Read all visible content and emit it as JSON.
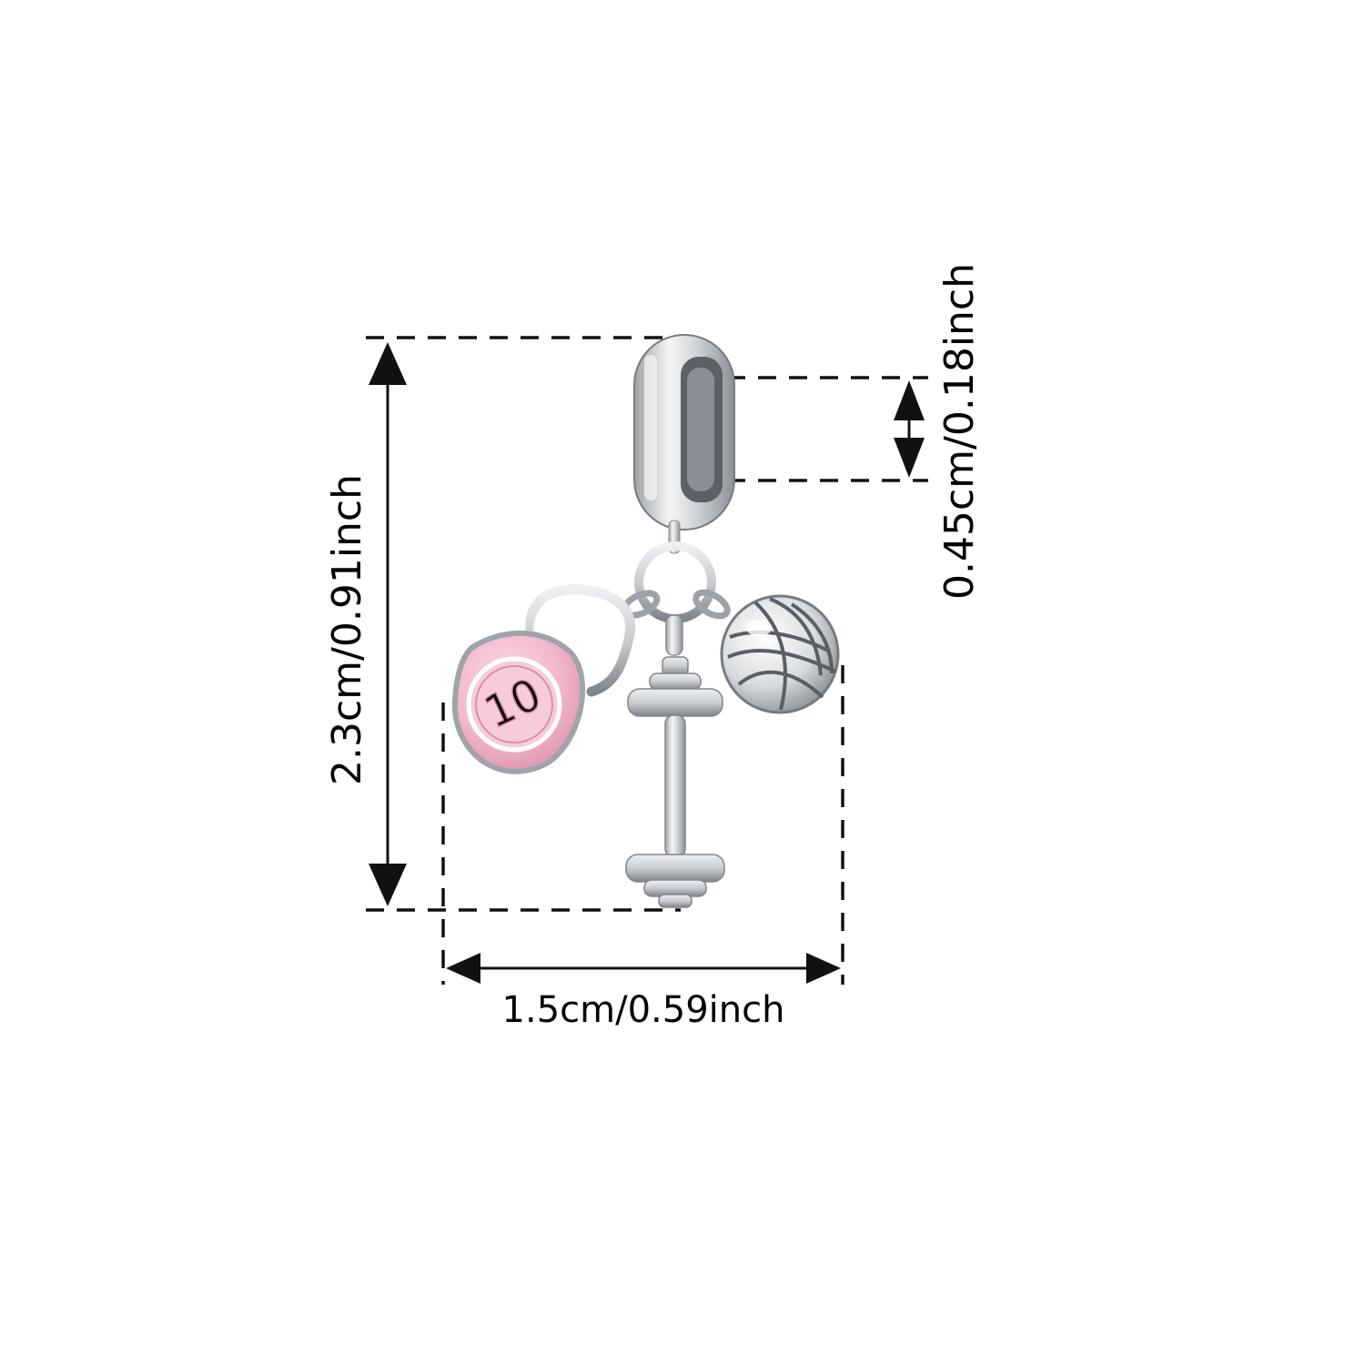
{
  "labels": {
    "height": "2.3cm/0.91inch",
    "width": "1.5cm/0.59inch",
    "hole": "0.45cm/0.18inch"
  },
  "charm": {
    "kettlebell_number": "10",
    "colors": {
      "enamel_pink": "#f2b8cc",
      "silver": "#cfd2d6",
      "silver_dark": "#7a7f86",
      "silver_shadow": "#4a4e54",
      "line": "#111111"
    }
  }
}
